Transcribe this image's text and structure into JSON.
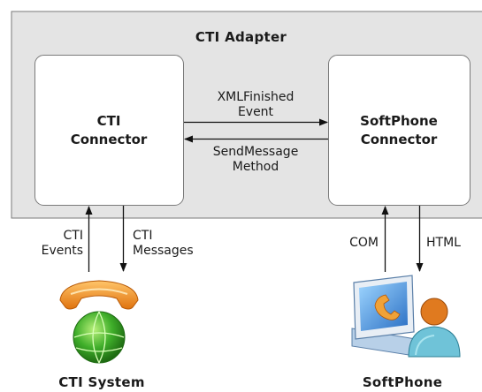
{
  "adapter": {
    "title": "CTI Adapter"
  },
  "connectors": {
    "cti": {
      "line1": "CTI",
      "line2": "Connector"
    },
    "softphone": {
      "line1": "SoftPhone",
      "line2": "Connector"
    }
  },
  "arrows": {
    "xml_finished": {
      "line1": "XMLFinished",
      "line2": "Event"
    },
    "send_message": {
      "line1": "SendMessage",
      "line2": "Method"
    },
    "cti_events": {
      "line1": "CTI",
      "line2": "Events"
    },
    "cti_messages": {
      "line1": "CTI",
      "line2": "Messages"
    },
    "com": {
      "label": "COM"
    },
    "html": {
      "label": "HTML"
    }
  },
  "systems": {
    "cti": {
      "label": "CTI System",
      "icon": "phone-globe-icon"
    },
    "softphone": {
      "label": "SoftPhone",
      "icon": "computer-user-icon"
    }
  },
  "colors": {
    "adapter_fill": "#e4e4e4",
    "box_fill": "#ffffff",
    "border": "#7a7a7a",
    "phone": "#f08a1e",
    "globe": "#3fae2a",
    "monitor": "#3a7fd0",
    "person": "#e07a1f"
  }
}
